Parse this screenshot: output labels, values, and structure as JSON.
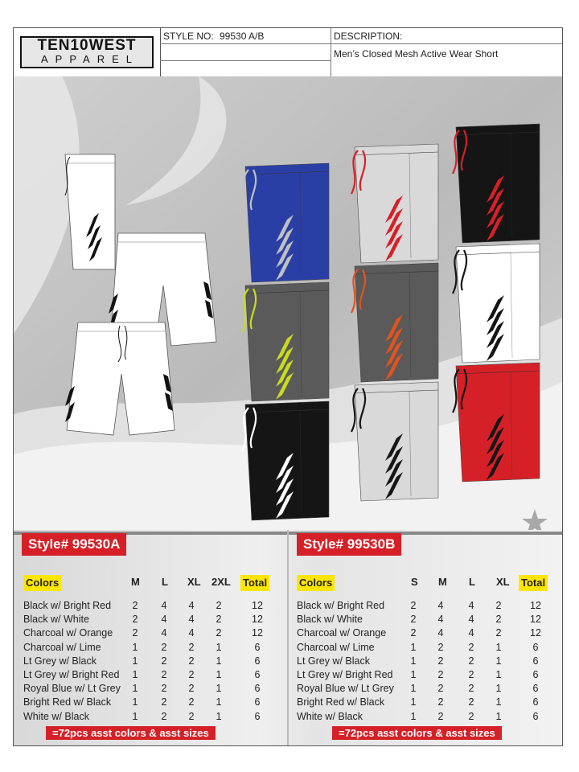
{
  "header": {
    "logo_top": "TEN10WEST",
    "logo_bottom": "APPAREL",
    "style_label": "STYLE NO:",
    "style_value": "99530 A/B",
    "description_label": "DESCRIPTION:",
    "description_value": "Men’s Closed Mesh Active Wear Short"
  },
  "colors": {
    "accent_red": "#d62027",
    "header_yellow": "#ffe600",
    "background_grey": "#bdbdbd"
  },
  "swatches": [
    {
      "body": "#2a3fa6",
      "stripe": "#c0c0c0",
      "cord": "#c0c0c0"
    },
    {
      "body": "#d9d9d9",
      "stripe": "#d62027",
      "cord": "#d62027"
    },
    {
      "body": "#151515",
      "stripe": "#d62027",
      "cord": "#d62027"
    },
    {
      "body": "#5a5a5a",
      "stripe": "#c8dc1e",
      "cord": "#c8dc1e"
    },
    {
      "body": "#5a5a5a",
      "stripe": "#e2531e",
      "cord": "#e2531e"
    },
    {
      "body": "#ffffff",
      "stripe": "#151515",
      "cord": "#151515"
    },
    {
      "body": "#151515",
      "stripe": "#ffffff",
      "cord": "#ffffff"
    },
    {
      "body": "#d9d9d9",
      "stripe": "#151515",
      "cord": "#151515"
    },
    {
      "body": "#d62027",
      "stripe": "#151515",
      "cord": "#151515"
    }
  ],
  "table_a": {
    "title": "Style# 99530A",
    "headers": [
      "Colors",
      "M",
      "L",
      "XL",
      "2XL",
      "Total"
    ],
    "rows": [
      [
        "Black w/ Bright Red",
        "2",
        "4",
        "4",
        "2",
        "12"
      ],
      [
        "Black w/ White",
        "2",
        "4",
        "4",
        "2",
        "12"
      ],
      [
        "Charcoal w/ Orange",
        "2",
        "4",
        "4",
        "2",
        "12"
      ],
      [
        "Charcoal w/ Lime",
        "1",
        "2",
        "2",
        "1",
        "6"
      ],
      [
        "Lt Grey w/ Black",
        "1",
        "2",
        "2",
        "1",
        "6"
      ],
      [
        "Lt Grey w/ Bright Red",
        "1",
        "2",
        "2",
        "1",
        "6"
      ],
      [
        "Royal Blue w/ Lt Grey",
        "1",
        "2",
        "2",
        "1",
        "6"
      ],
      [
        "Bright Red w/ Black",
        "1",
        "2",
        "2",
        "1",
        "6"
      ],
      [
        "White w/ Black",
        "1",
        "2",
        "2",
        "1",
        "6"
      ]
    ],
    "footer": "=72pcs asst colors & asst sizes"
  },
  "table_b": {
    "title": "Style# 99530B",
    "headers": [
      "Colors",
      "S",
      "M",
      "L",
      "XL",
      "Total"
    ],
    "rows": [
      [
        "Black w/ Bright Red",
        "2",
        "4",
        "4",
        "2",
        "12"
      ],
      [
        "Black w/ White",
        "2",
        "4",
        "4",
        "2",
        "12"
      ],
      [
        "Charcoal w/ Orange",
        "2",
        "4",
        "4",
        "2",
        "12"
      ],
      [
        "Charcoal w/ Lime",
        "1",
        "2",
        "2",
        "1",
        "6"
      ],
      [
        "Lt Grey w/ Black",
        "1",
        "2",
        "2",
        "1",
        "6"
      ],
      [
        "Lt Grey w/ Bright Red",
        "1",
        "2",
        "2",
        "1",
        "6"
      ],
      [
        "Royal Blue w/ Lt Grey",
        "1",
        "2",
        "2",
        "1",
        "6"
      ],
      [
        "Bright Red w/ Black",
        "1",
        "2",
        "2",
        "1",
        "6"
      ],
      [
        "White w/ Black",
        "1",
        "2",
        "2",
        "1",
        "6"
      ]
    ],
    "footer": "=72pcs asst colors & asst sizes"
  }
}
